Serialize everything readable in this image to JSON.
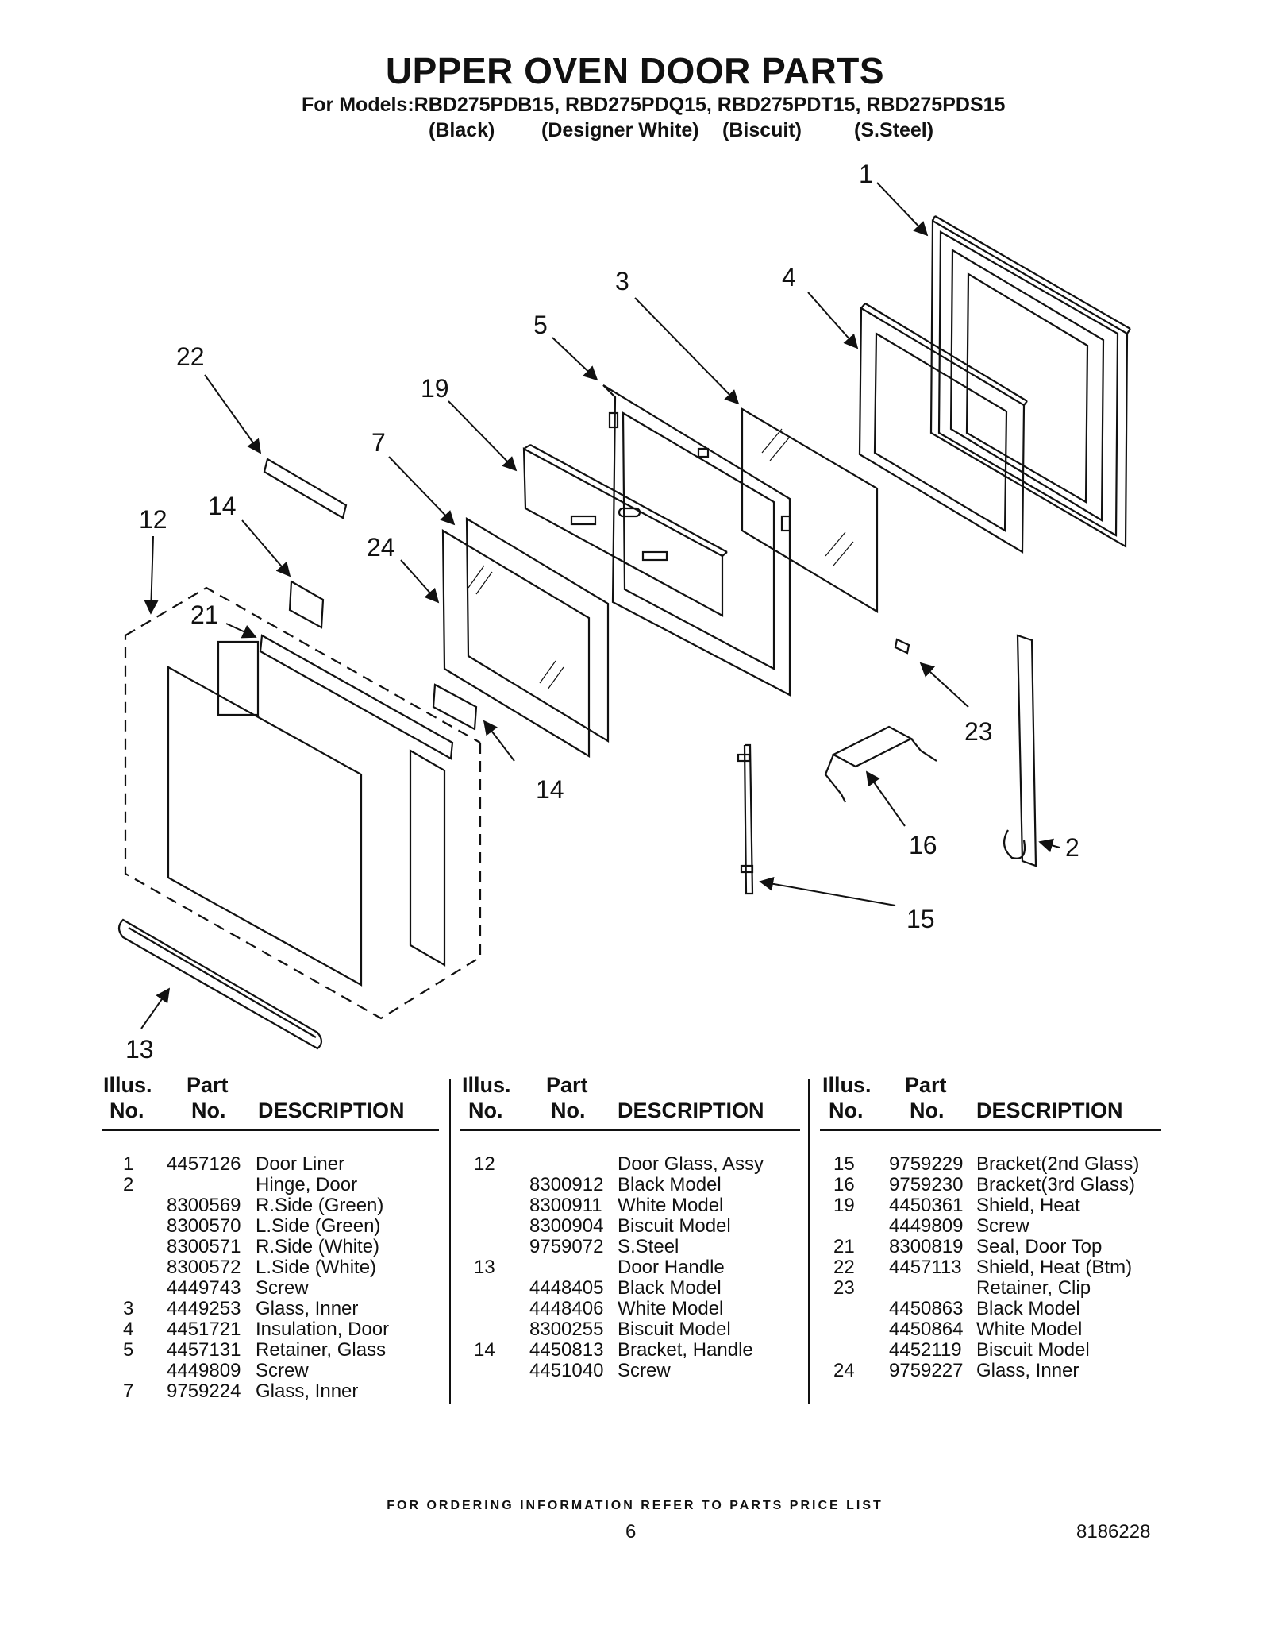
{
  "header": {
    "title": "UPPER OVEN DOOR PARTS",
    "models": "For Models:RBD275PDB15, RBD275PDQ15, RBD275PDT15, RBD275PDS15",
    "colors": [
      "(Black)",
      "(Designer White)",
      "(Biscuit)",
      "(S.Steel)"
    ]
  },
  "diagram": {
    "callouts": [
      "1",
      "2",
      "3",
      "4",
      "5",
      "7",
      "12",
      "13",
      "14",
      "14",
      "15",
      "16",
      "19",
      "21",
      "22",
      "23",
      "24"
    ]
  },
  "table": {
    "headers": {
      "illus1": "Illus.",
      "illus2": "No.",
      "part1": "Part",
      "part2": "No.",
      "desc": "DESCRIPTION"
    },
    "columns": [
      [
        {
          "illus": "1",
          "part": "4457126",
          "desc": "Door Liner"
        },
        {
          "illus": "2",
          "part": "",
          "desc": "Hinge, Door"
        },
        {
          "illus": "",
          "part": "8300569",
          "desc": "R.Side (Green)"
        },
        {
          "illus": "",
          "part": "8300570",
          "desc": "L.Side (Green)"
        },
        {
          "illus": "",
          "part": "8300571",
          "desc": "R.Side (White)"
        },
        {
          "illus": "",
          "part": "8300572",
          "desc": "L.Side (White)"
        },
        {
          "illus": "",
          "part": "4449743",
          "desc": "Screw"
        },
        {
          "illus": "3",
          "part": "4449253",
          "desc": "Glass, Inner"
        },
        {
          "illus": "4",
          "part": "4451721",
          "desc": "Insulation, Door"
        },
        {
          "illus": "5",
          "part": "4457131",
          "desc": "Retainer, Glass"
        },
        {
          "illus": "",
          "part": "4449809",
          "desc": "Screw"
        },
        {
          "illus": "7",
          "part": "9759224",
          "desc": "Glass, Inner"
        }
      ],
      [
        {
          "illus": "12",
          "part": "",
          "desc": "Door Glass, Assy"
        },
        {
          "illus": "",
          "part": "8300912",
          "desc": "Black Model"
        },
        {
          "illus": "",
          "part": "8300911",
          "desc": "White Model"
        },
        {
          "illus": "",
          "part": "8300904",
          "desc": "Biscuit Model"
        },
        {
          "illus": "",
          "part": "9759072",
          "desc": "S.Steel"
        },
        {
          "illus": "13",
          "part": "",
          "desc": "Door Handle"
        },
        {
          "illus": "",
          "part": "4448405",
          "desc": "Black Model"
        },
        {
          "illus": "",
          "part": "4448406",
          "desc": "White Model"
        },
        {
          "illus": "",
          "part": "8300255",
          "desc": "Biscuit Model"
        },
        {
          "illus": "14",
          "part": "4450813",
          "desc": "Bracket, Handle"
        },
        {
          "illus": "",
          "part": "4451040",
          "desc": "Screw"
        }
      ],
      [
        {
          "illus": "15",
          "part": "9759229",
          "desc": "Bracket(2nd Glass)"
        },
        {
          "illus": "16",
          "part": "9759230",
          "desc": "Bracket(3rd Glass)"
        },
        {
          "illus": "19",
          "part": "4450361",
          "desc": "Shield, Heat"
        },
        {
          "illus": "",
          "part": "4449809",
          "desc": "Screw"
        },
        {
          "illus": "21",
          "part": "8300819",
          "desc": "Seal, Door Top"
        },
        {
          "illus": "22",
          "part": "4457113",
          "desc": "Shield, Heat (Btm)"
        },
        {
          "illus": "23",
          "part": "",
          "desc": "Retainer, Clip"
        },
        {
          "illus": "",
          "part": "4450863",
          "desc": "Black Model"
        },
        {
          "illus": "",
          "part": "4450864",
          "desc": "White Model"
        },
        {
          "illus": "",
          "part": "4452119",
          "desc": "Biscuit Model"
        },
        {
          "illus": "24",
          "part": "9759227",
          "desc": "Glass, Inner"
        }
      ]
    ]
  },
  "footer": {
    "note": "FOR ORDERING INFORMATION REFER TO PARTS PRICE LIST",
    "page": "6",
    "doc_number": "8186228"
  }
}
